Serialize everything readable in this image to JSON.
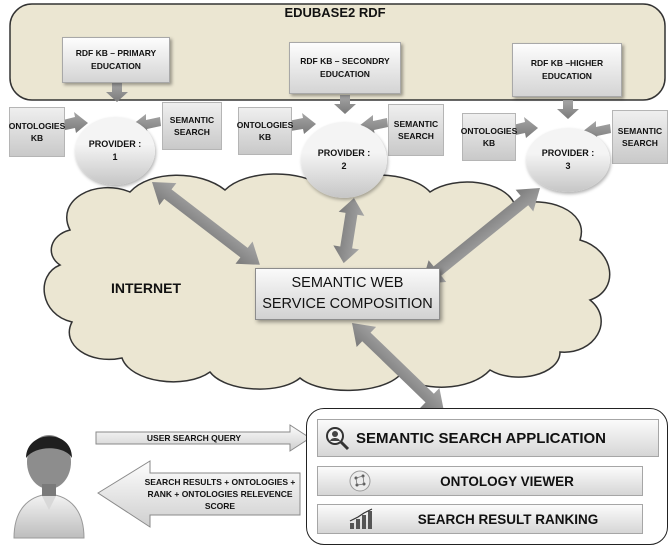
{
  "header": {
    "title": "EDUBASE2 RDF"
  },
  "providers": [
    {
      "kb_label": "RDF KB – PRIMARY EDUCATION",
      "ontologies_label": "ONTOLOGIES KB",
      "semantic_label": "SEMANTIC SEARCH",
      "provider_label": "PROVIDER :",
      "provider_number": "1"
    },
    {
      "kb_label": "RDF KB – SECONDRY EDUCATION",
      "ontologies_label": "ONTOLOGIES KB",
      "semantic_label": "SEMANTIC SEARCH",
      "provider_label": "PROVIDER :",
      "provider_number": "2"
    },
    {
      "kb_label": "RDF KB –HIGHER EDUCATION",
      "ontologies_label": "ONTOLOGIES KB",
      "semantic_label": "SEMANTIC SEARCH",
      "provider_label": "PROVIDER :",
      "provider_number": "3"
    }
  ],
  "cloud": {
    "label": "INTERNET"
  },
  "composition": {
    "label_line1": "SEMANTIC WEB",
    "label_line2": "SERVICE COMPOSITION"
  },
  "query_arrow": {
    "label": "USER SEARCH QUERY"
  },
  "results_arrow": {
    "line1": "SEARCH RESULTS + ONTOLOGIES +",
    "line2": "RANK + ONTOLOGIES RELEVENCE",
    "line3": "SCORE"
  },
  "application": {
    "title": "SEMANTIC SEARCH APPLICATION",
    "viewer": "ONTOLOGY VIEWER",
    "ranking": "SEARCH RESULT RANKING"
  },
  "icons": {
    "user": "user-avatar-icon",
    "search": "magnifier-person-icon",
    "viewer": "globe-network-icon",
    "ranking": "bar-chart-icon"
  },
  "colors": {
    "banner": "#ebe6d2",
    "cloud": "#ebe6d2",
    "arrow": "#8f8f8f"
  }
}
